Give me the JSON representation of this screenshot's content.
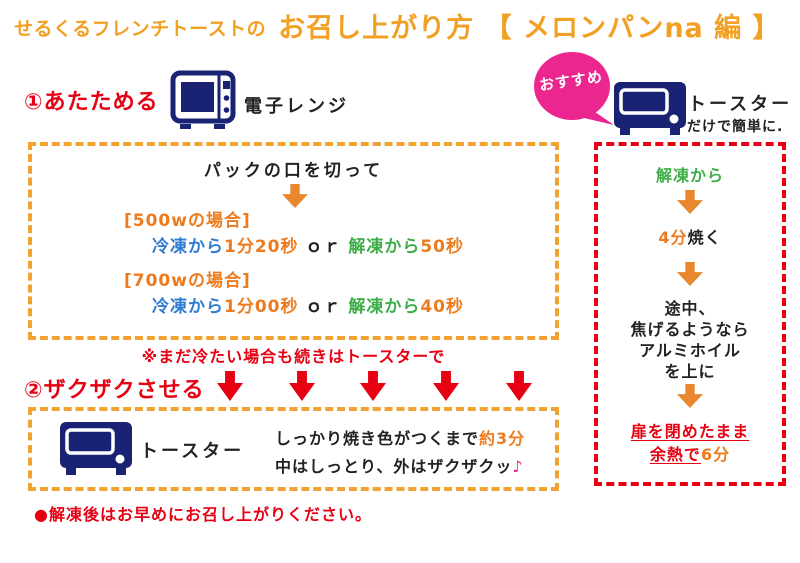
{
  "title": {
    "prefix": "せるくるフレンチトーストの",
    "main": "お召し上がり方 【 メロンパンna 編 】"
  },
  "colors": {
    "title_orange": "#F2A023",
    "border_orange": "#F0A330",
    "deep_orange": "#ED7B1E",
    "arrow_orange": "#E8872E",
    "red": "#E60012",
    "navy": "#1A2373",
    "blue": "#2E7BCF",
    "green": "#3DAE47",
    "magenta": "#EC268F"
  },
  "step1": {
    "heading": "①あたためる",
    "appliance_label": "電子レンジ",
    "icon": "microwave-icon"
  },
  "microwave_box": {
    "intro": "パックの口を切って",
    "case_500w": {
      "header": "[500wの場合]",
      "frozen_label": "冷凍から",
      "frozen_time": "1分20秒",
      "or_label": "ｏｒ",
      "thawed_label": "解凍から",
      "thawed_time": "50秒"
    },
    "case_700w": {
      "header": "[700wの場合]",
      "frozen_label": "冷凍から",
      "frozen_time": "1分00秒",
      "or_label": "ｏｒ",
      "thawed_label": "解凍から",
      "thawed_time": "40秒"
    },
    "note": "※まだ冷たい場合も続きはトースターで"
  },
  "step2": {
    "heading": "②ザクザクさせる"
  },
  "toaster_box": {
    "appliance_label": "トースター",
    "icon": "toaster-icon",
    "line1_text": "しっかり焼き色がつくまで",
    "line1_time": "約3分",
    "line2_text": "中はしっとり、外はザクザクッ",
    "line2_note": "♪"
  },
  "footer_note": "●解凍後はお早めにお召し上がりください。",
  "recommend": {
    "badge": "おすすめ",
    "appliance_label": "トースター",
    "icon": "toaster-icon",
    "subtitle": "だけで簡単に."
  },
  "toaster_flow": {
    "step1_thawed": "解凍から",
    "step2_time": "4分",
    "step2_text": "焼く",
    "step3_line1": "途中、",
    "step3_line2": "焦げるようなら",
    "step3_line3": "アルミホイル",
    "step3_line4": "を上に",
    "step4_line1": "扉を閉めたまま",
    "step4_line2": "余熱で",
    "step4_time": "6分"
  }
}
